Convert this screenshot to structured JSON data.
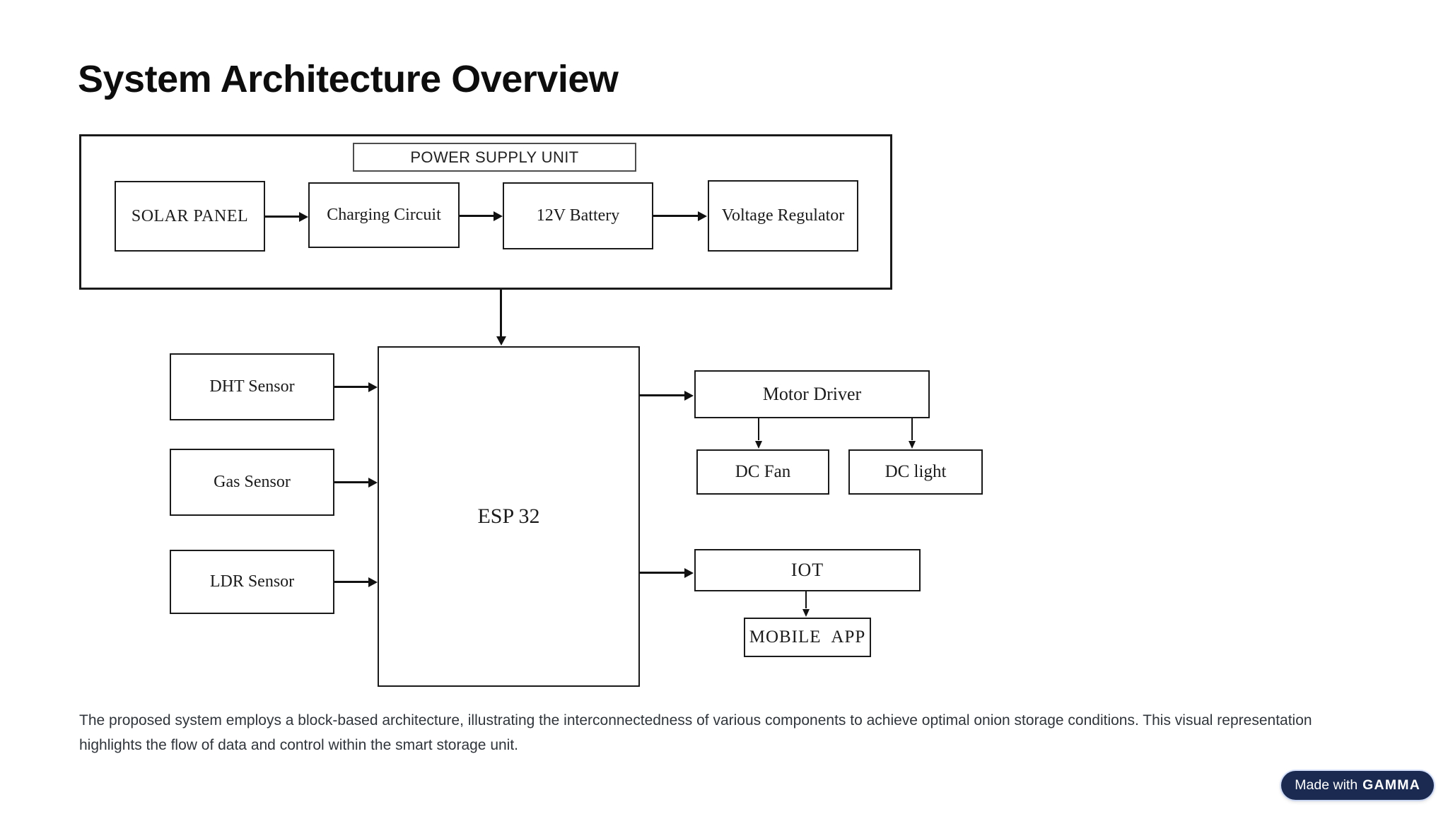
{
  "title": "System Architecture Overview",
  "diagram": {
    "psu_label": "POWER SUPPLY UNIT",
    "solar_panel": "SOLAR PANEL",
    "charging_circuit": "Charging Circuit",
    "battery_12v": "12V Battery",
    "voltage_regulator": "Voltage Regulator",
    "esp32": "ESP 32",
    "dht_sensor": "DHT Sensor",
    "gas_sensor": "Gas Sensor",
    "ldr_sensor": "LDR Sensor",
    "motor_driver": "Motor Driver",
    "dc_fan": "DC Fan",
    "dc_light": "DC light",
    "iot": "IOT",
    "mobile_app": "MOBILE APP",
    "edges": [
      {
        "from": "SOLAR PANEL",
        "to": "Charging Circuit"
      },
      {
        "from": "Charging Circuit",
        "to": "12V Battery"
      },
      {
        "from": "12V Battery",
        "to": "Voltage Regulator"
      },
      {
        "from": "POWER SUPPLY UNIT",
        "to": "ESP 32"
      },
      {
        "from": "DHT Sensor",
        "to": "ESP 32"
      },
      {
        "from": "Gas Sensor",
        "to": "ESP 32"
      },
      {
        "from": "LDR Sensor",
        "to": "ESP 32"
      },
      {
        "from": "ESP 32",
        "to": "Motor Driver"
      },
      {
        "from": "Motor Driver",
        "to": "DC Fan"
      },
      {
        "from": "Motor Driver",
        "to": "DC light"
      },
      {
        "from": "ESP 32",
        "to": "IOT"
      },
      {
        "from": "IOT",
        "to": "MOBILE APP"
      }
    ]
  },
  "description": "The proposed system employs a block-based architecture, illustrating the interconnectedness of various components to achieve optimal onion storage conditions. This visual representation highlights the flow of data and control within the smart storage unit.",
  "badge": {
    "text": "Made with",
    "brand": "GAMMA"
  },
  "colors": {
    "badge_bg": "#1a2a50",
    "badge_text": "#ffffff",
    "diagram_border": "#1a1a1a",
    "title_text": "#0d0d0d",
    "body_text": "#30353b"
  }
}
